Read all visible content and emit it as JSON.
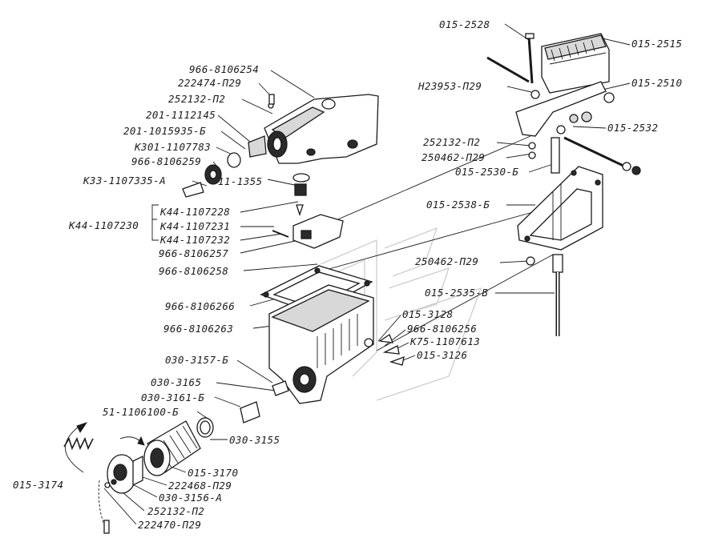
{
  "labels": {
    "l015_2528": "015-2528",
    "l015_2515": "015-2515",
    "l966_8106254": "966-8106254",
    "l222474_p29": "222474-П29",
    "l252132_p2_top": "252132-П2",
    "lH23953_p29": "Н23953-П29",
    "l015_2510": "015-2510",
    "l201_1112145": "201-1112145",
    "l201_1015935_6": "201-1015935-Б",
    "l015_2532": "015-2532",
    "lK301_1107783": "К301-1107783",
    "l252132_p2_mid": "252132-П2",
    "l966_8106259": "966-8106259",
    "l250462_p29_a": "250462-П29",
    "l015_2530_6": "015-2530-Б",
    "lK33_1107335_A": "К33-1107335-А",
    "l11_1355": "11-1355",
    "l015_2538_6": "015-2538-Б",
    "lK44_1107228": "К44-1107228",
    "lK44_1107230": "К44-1107230",
    "lK44_1107231": "К44-1107231",
    "lK44_1107232": "К44-1107232",
    "l966_8106257": "966-8106257",
    "l250462_p29_b": "250462-П29",
    "l966_8106258": "966-8106258",
    "l015_2535_B": "015-2535-В",
    "l966_8106266": "966-8106266",
    "l015_3128": "015-3128",
    "l966_8106263": "966-8106263",
    "l966_8106256": "966-8106256",
    "lK75_1107613": "К75-1107613",
    "l015_3126": "015-3126",
    "l030_3157_6": "030-3157-Б",
    "l030_3165": "030-3165",
    "l030_3161_6": "030-3161-Б",
    "l51_1106100_6": "51-1106100-Б",
    "l030_3155": "030-3155",
    "l015_3170": "015-3170",
    "l015_3174": "015-3174",
    "l222468_p29": "222468-П29",
    "l030_3156_A": "030-3156-А",
    "l252132_p2_bot": "252132-П2",
    "l222470_p29": "222470-П29"
  }
}
